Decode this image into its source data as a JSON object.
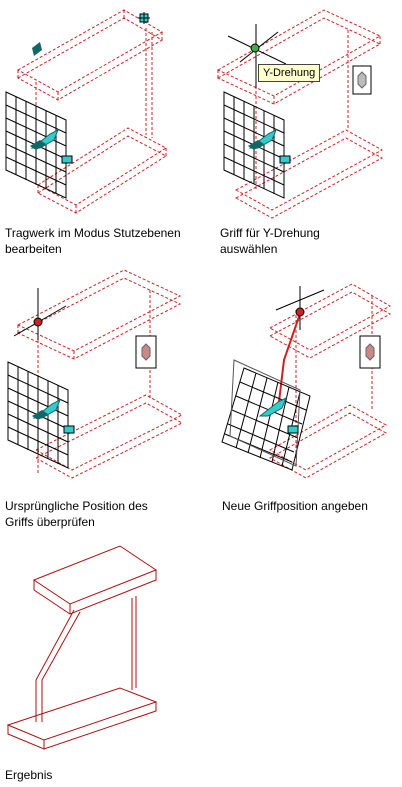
{
  "panels": [
    {
      "caption": "Tragwerk im Modus Stutzebenen\nbearbeiten"
    },
    {
      "caption": "Griff für Y-Drehung\nauswählen",
      "tooltip": "Y-Drehung"
    },
    {
      "caption": "Ursprüngliche Position des\nGriffs überprüfen"
    },
    {
      "caption": "Neue Griffposition angeben"
    },
    {
      "caption": "Ergebnis"
    }
  ],
  "colors": {
    "outline_dashed": "#cc2222",
    "grid": "#000000",
    "grip_cyan": "#33cccc",
    "grip_dark": "#116666",
    "tooltip_bg": "#ffffcc"
  }
}
